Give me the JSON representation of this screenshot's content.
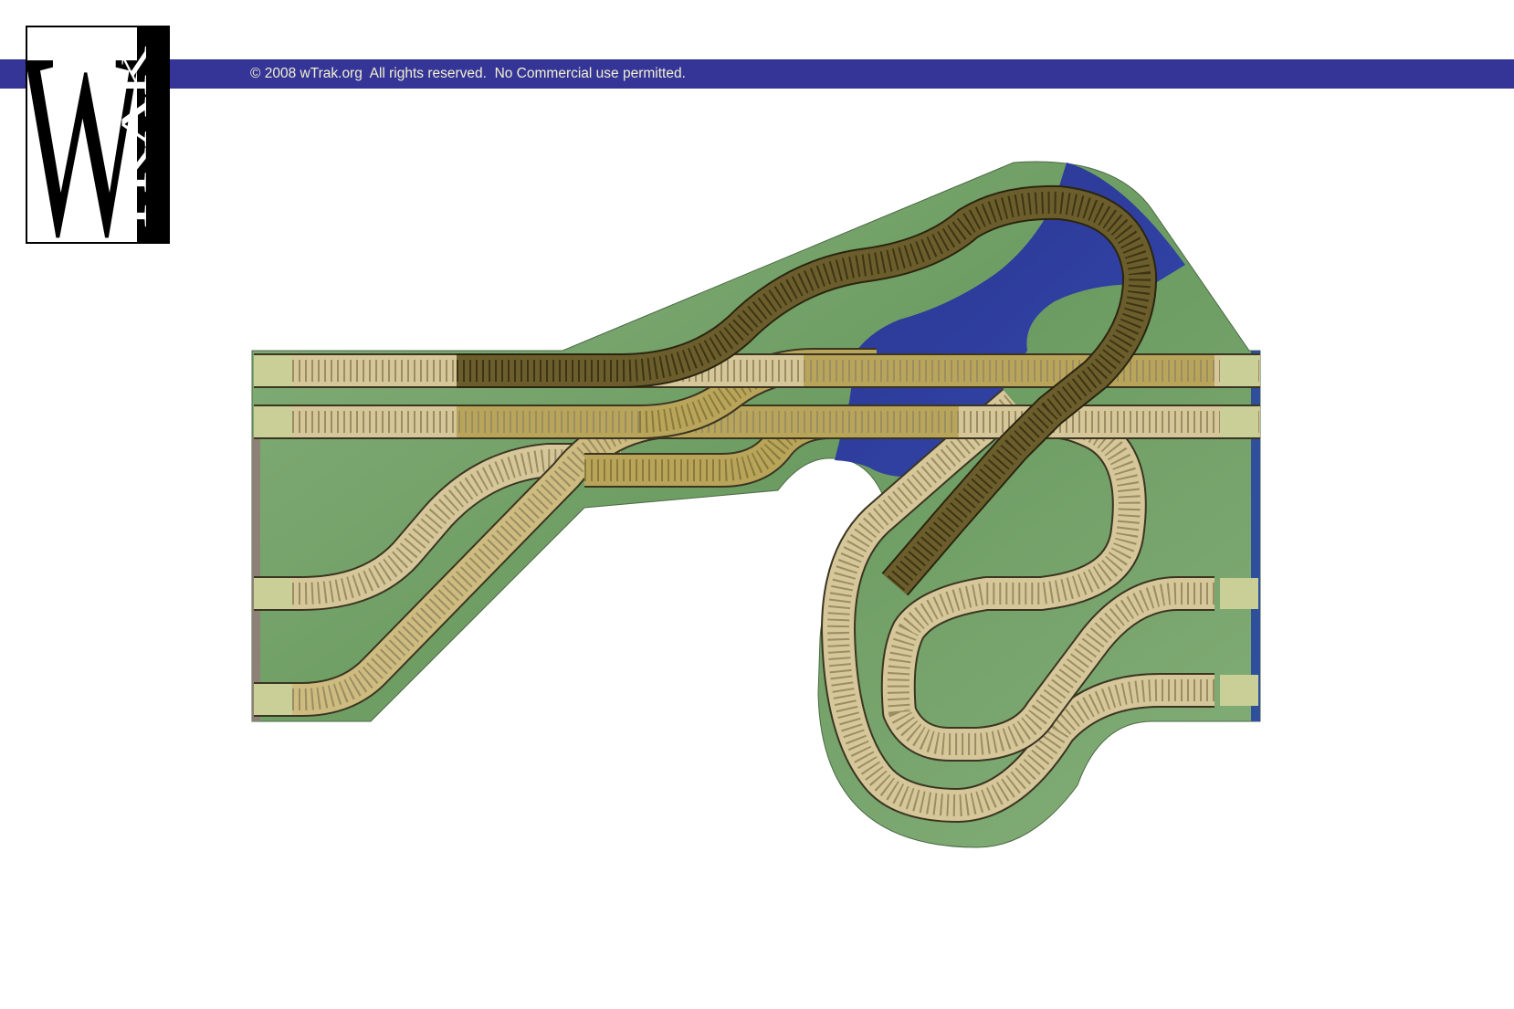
{
  "header": {
    "copyright": "© 2008 wTrak.org  All rights reserved.  No Commercial use permitted.",
    "logo_letter": "W",
    "logo_wordmark": "TRAK"
  },
  "colors": {
    "banner": "#353598",
    "copyright_text": "#f2f0cf",
    "grass": "#78a46e",
    "grass_dark": "#5f8f55",
    "water": "#2f3fa0",
    "track_tan": "#d6c79a",
    "track_gold": "#a89338",
    "track_dark": "#51461e",
    "module_edge_right": "#2f4f9a",
    "module_edge_left": "#8c8077"
  },
  "icons": {
    "logo": "wtrak-logo"
  }
}
